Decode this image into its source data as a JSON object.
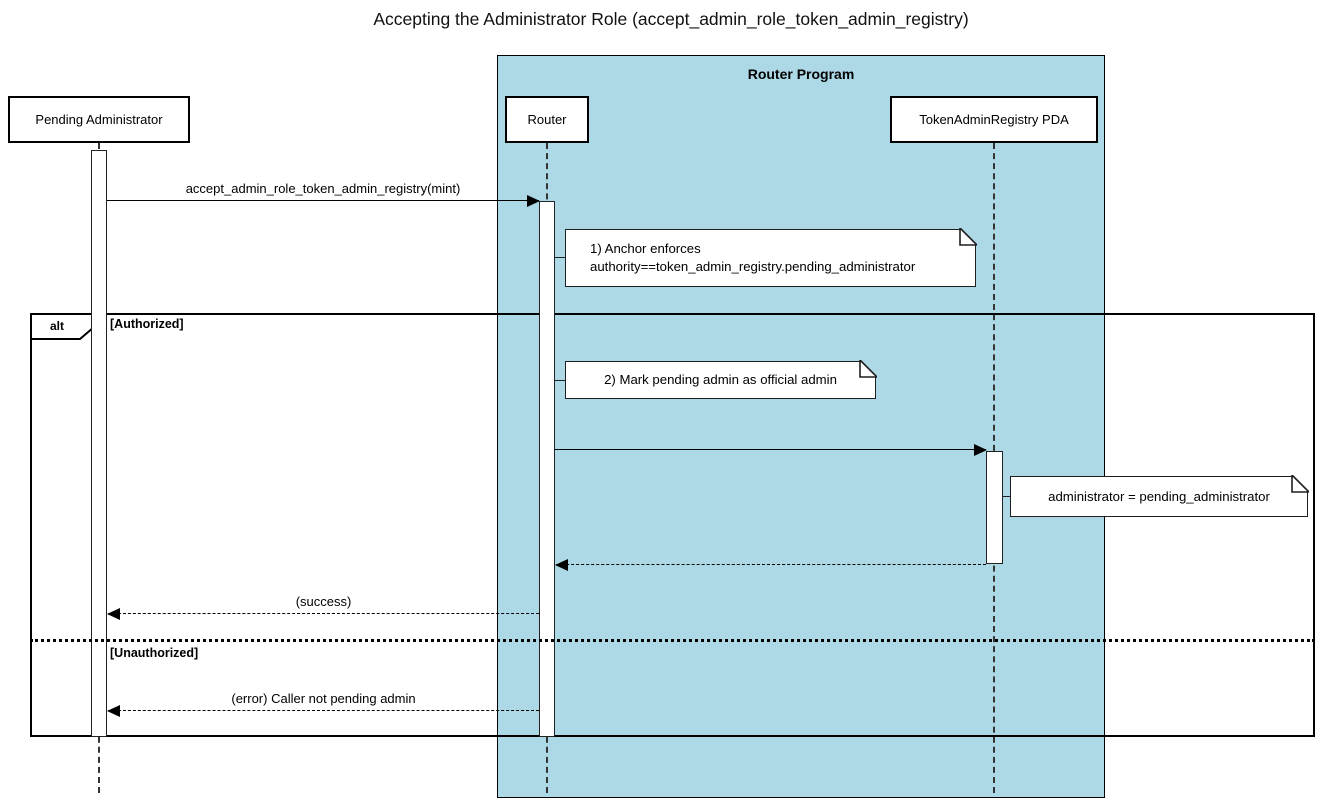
{
  "title": "Accepting the Administrator Role (accept_admin_role_token_admin_registry)",
  "program": {
    "label": "Router Program",
    "bg_color": "#ADD8E6"
  },
  "participants": [
    {
      "label": "Pending Administrator"
    },
    {
      "label": "Router"
    },
    {
      "label": "TokenAdminRegistry PDA"
    }
  ],
  "alt_frame": {
    "operator": "alt",
    "guard_authorized": "[Authorized]",
    "guard_unauthorized": "[Unauthorized]"
  },
  "messages": {
    "call": "accept_admin_role_token_admin_registry(mint)",
    "success": "(success)",
    "error": "(error) Caller not pending admin"
  },
  "notes": [
    {
      "lines": [
        "1) Anchor enforces",
        "authority==token_admin_registry.pending_administrator"
      ]
    },
    {
      "lines": [
        "2) Mark pending admin as official admin"
      ]
    },
    {
      "lines": [
        "administrator = pending_administrator"
      ]
    }
  ]
}
